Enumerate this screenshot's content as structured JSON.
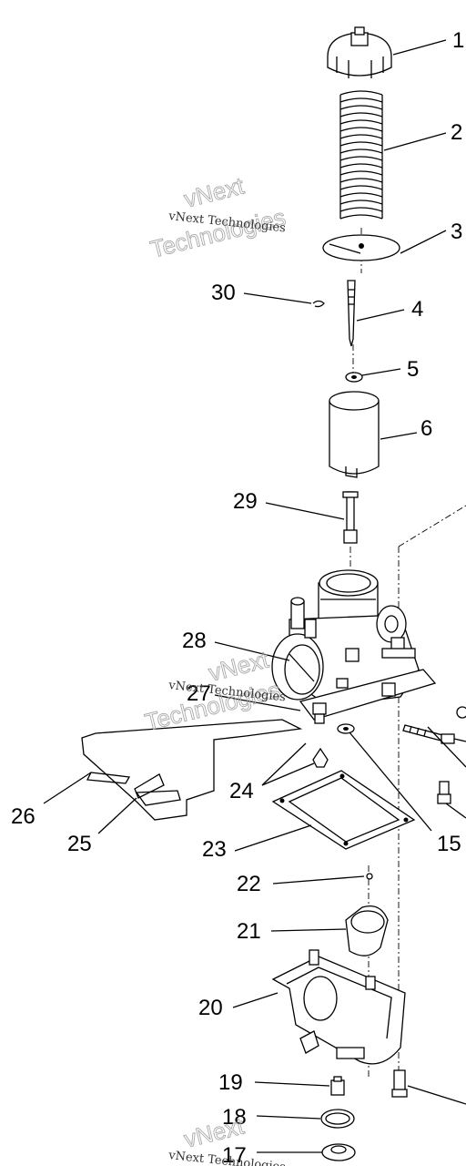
{
  "callouts": {
    "n1": "1",
    "n2": "2",
    "n3": "3",
    "n4": "4",
    "n5": "5",
    "n6": "6",
    "n15": "15",
    "n17": "17",
    "n18": "18",
    "n19": "19",
    "n20": "20",
    "n21": "21",
    "n22": "22",
    "n23": "23",
    "n24": "24",
    "n25": "25",
    "n26": "26",
    "n27": "27",
    "n28": "28",
    "n29": "29",
    "n30": "30"
  },
  "watermark": {
    "company": "vNext Technologies",
    "line1": "vNext",
    "line2": "Technologies"
  }
}
